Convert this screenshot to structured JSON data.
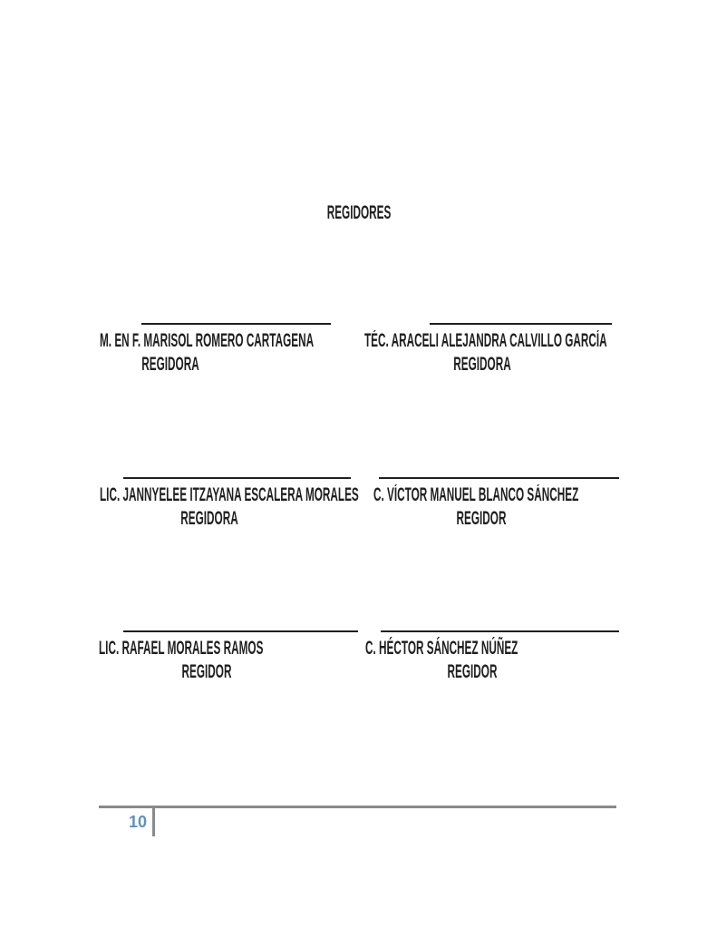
{
  "page": {
    "title": "REGIDORES",
    "signatures": [
      {
        "name": "M. EN F. MARISOL ROMERO CARTAGENA",
        "role": "REGIDORA"
      },
      {
        "name": "TÉC. ARACELI ALEJANDRA CALVILLO GARCÍA",
        "role": "REGIDORA"
      },
      {
        "name": "LIC. JANNYELEE ITZAYANA ESCALERA MORALES",
        "role": "REGIDORA"
      },
      {
        "name": "C. VÍCTOR MANUEL BLANCO SÁNCHEZ",
        "role": "REGIDOR"
      },
      {
        "name": "LIC. RAFAEL MORALES RAMOS",
        "role": "REGIDOR"
      },
      {
        "name": "C. HÉCTOR SÁNCHEZ NÚÑEZ",
        "role": "REGIDOR"
      }
    ],
    "footer": {
      "page_number": "10"
    },
    "colors": {
      "text": "#1f1f1f",
      "footer_line": "#8a8a8a",
      "page_number": "#5b91c6"
    }
  }
}
